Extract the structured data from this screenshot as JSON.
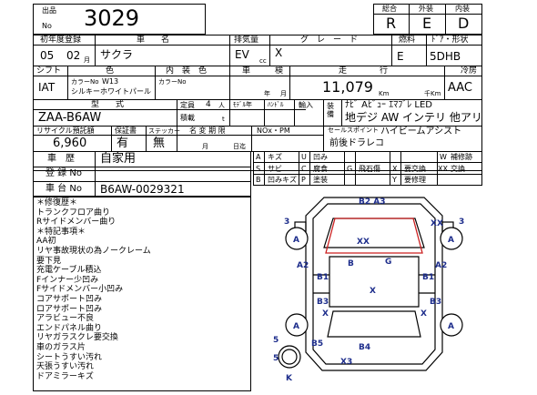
{
  "lot": {
    "label_top": "出品",
    "label_bottom": "No",
    "number": "3029"
  },
  "score": {
    "overall_label": "総合",
    "overall": "R",
    "exterior_label": "外装",
    "exterior": "E",
    "interior_label": "内装",
    "interior": "D"
  },
  "header": {
    "first_reg_label": "初年度登録",
    "year": "05",
    "month": "02",
    "month_unit": "月",
    "make_label": "車　　名",
    "make": "サクラ",
    "displacement_label": "排気量",
    "displacement": "EV",
    "cc_unit": "cc",
    "grade_label": "グ　レ　ー　ド",
    "grade": "X",
    "fuel_label": "燃料",
    "fuel": "E",
    "door_label": "ﾄﾞｱ・形状",
    "door": "5DHB"
  },
  "row2": {
    "shift_label": "シフト",
    "shift": "IAT",
    "color_label": "色",
    "color_no_label": "カラーNo",
    "color_no": "W13",
    "color_name": "シルキーホワイトパール",
    "int_color_label": "内　装　色",
    "int_color_no_label": "カラーNo",
    "inspection_label": "車　　　検",
    "inspection_unit_year": "年",
    "inspection_unit_month": "月",
    "mileage_label": "走　　　　行",
    "mileage": "11,079",
    "km_unit": "Km",
    "kkm_unit": "千Km",
    "ac_label": "冷房",
    "ac": "AAC"
  },
  "row3": {
    "model_label": "型　　式",
    "model": "ZAA-B6AW",
    "capacity_label": "定員",
    "capacity": "4",
    "capacity_unit": "人",
    "load_label": "積載",
    "load_unit": "t",
    "model_year_label": "ﾓﾃﾞﾙ年",
    "handle_label": "ﾊﾝﾄﾞﾙ",
    "import_label": "輸入",
    "equip_label": "装備",
    "equipment_line1": "ﾅﾋﾞ Aﾋﾞｭｰ ｴﾏﾌﾞﾚ LED",
    "equipment_line2": "地デジ AW インテリ 他アリ"
  },
  "row4": {
    "recycle_label": "リサイクル預託額",
    "recycle": "6,960",
    "warranty_label": "保証書",
    "warranty": "有",
    "sticker_label": "ステッカー",
    "sticker": "無",
    "name_change_label": "名 変 期 限",
    "name_change_unit_month": "月",
    "name_change_unit_day": "日迄",
    "nox_label": "NOx・PM",
    "sales_point_label": "セールスポイント",
    "sales_point_line1": "ハイビームアシスト",
    "sales_point_line2": "前後ドラレコ"
  },
  "history": {
    "history_label": "車　歴",
    "history": "自家用",
    "reg_no_label": "登 録 No",
    "chassis_label": "車 台 No",
    "chassis": "B6AW-0029321"
  },
  "legend": [
    [
      "A",
      "キズ",
      "U",
      "凹み",
      "W",
      "補修跡"
    ],
    [
      "S",
      "サビ",
      "C",
      "腐食",
      "G",
      "飛石傷",
      "X",
      "要交換",
      "XX",
      "交換"
    ],
    [
      "B",
      "凹みキズ",
      "P",
      "塗装",
      "Y",
      "要修理"
    ]
  ],
  "notes": {
    "repair_header": "＊修復歴＊",
    "repair_lines": [
      "トランクフロア曲り",
      "Rサイドメンバー曲り"
    ],
    "special_header": "＊特記事項＊",
    "special_lines": [
      "AA初",
      "リヤ事故現状の為ノークレーム",
      "要下見",
      "充電ケーブル積込",
      "Fインナー少凹み",
      "Fサイドメンバー小凹み",
      "コアサポート凹み",
      "ロアサポート凹み",
      "アラビュー不良",
      "エンドパネル曲り",
      "リヤガラスクレ要交換",
      "車のガラス片",
      "シートうすい汚れ",
      "天張うすい汚れ",
      "ドアミラーキズ"
    ]
  },
  "diagram_marks": {
    "top_left_num": "3",
    "top_right_num": "3",
    "b2_a3": "B2  A3",
    "xx_left": "XX",
    "xx_right": "XX",
    "a_fl": "A",
    "a_fr": "A",
    "a_rl": "A",
    "a_rr": "A",
    "a2_left": "A2",
    "a2_right": "A2",
    "g_center": "G",
    "b1_left": "B1",
    "b1_right": "B1",
    "b3_left": "B3",
    "b3_right": "B3",
    "b_center": "B",
    "x_center": "X",
    "b5": "B5",
    "b4": "B4",
    "x3": "X3",
    "five_left": "5",
    "five_left2": "5",
    "k": "K",
    "x_side_left": "X",
    "x_side_right": "X"
  }
}
